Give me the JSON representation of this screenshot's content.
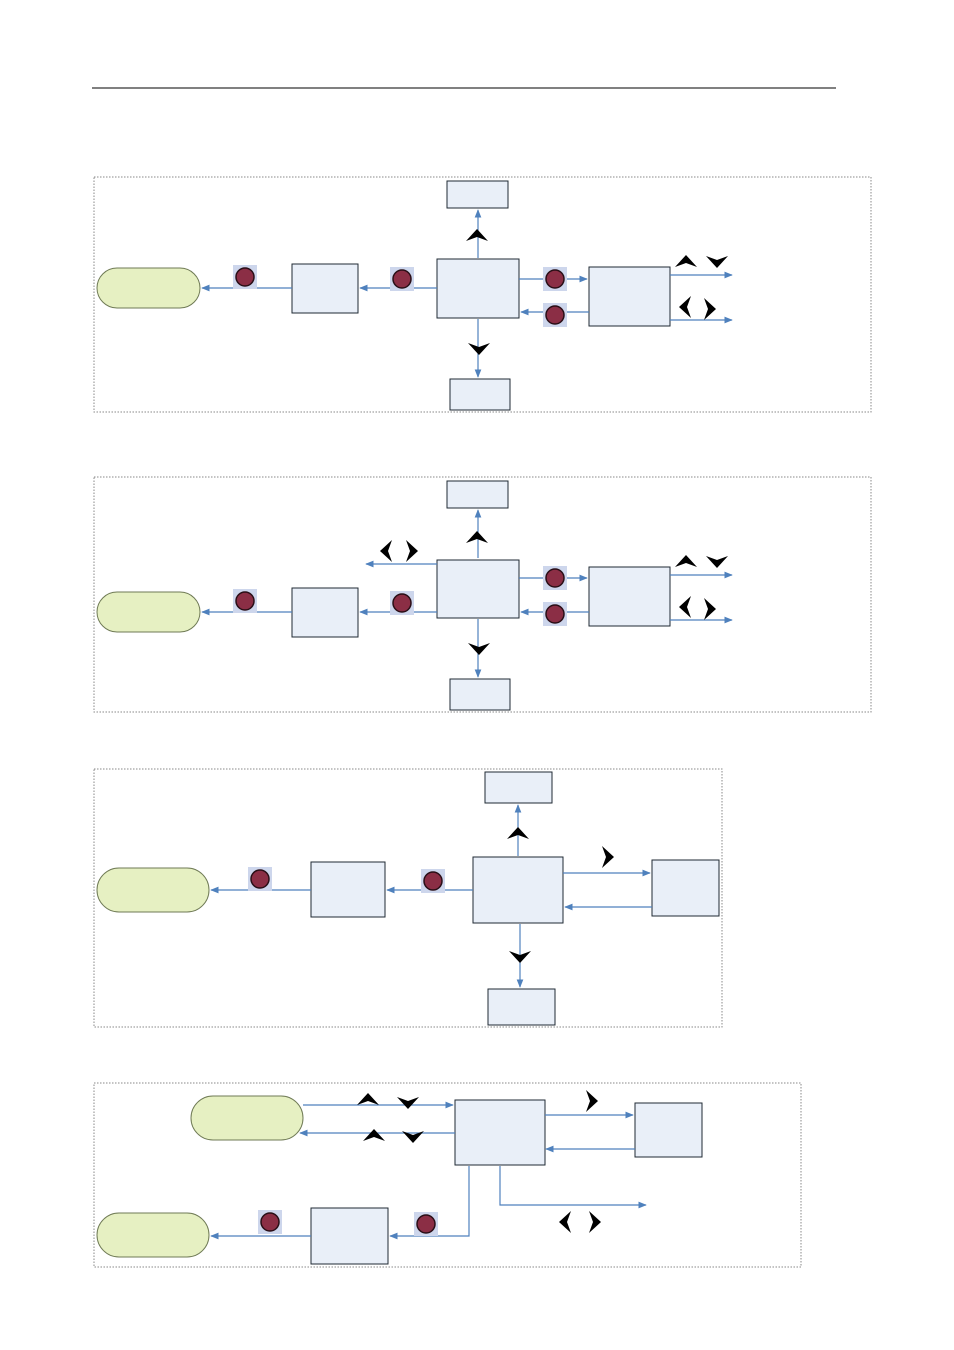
{
  "colors": {
    "box_fill": "#e9eff8",
    "box_stroke": "#1f2a33",
    "oval_fill": "#e6f0c2",
    "oval_stroke": "#6f7a55",
    "arrow": "#4f81bd",
    "led_fill": "#8b2e45",
    "led_stroke": "#2a0f17",
    "led_halo": "#cdd6ec",
    "frame": "#888888",
    "header_rule": "#000000",
    "icon": "#000000"
  },
  "icons": {
    "up": "black-chevron-up-icon",
    "down": "black-chevron-down-icon",
    "left": "black-chevron-left-icon",
    "right": "black-chevron-right-icon",
    "led": "red-indicator-led-icon"
  },
  "diagrams": [
    {
      "id": "diagram-1",
      "boxes": 5,
      "ovals": 1,
      "leds": 4
    },
    {
      "id": "diagram-2",
      "boxes": 5,
      "ovals": 1,
      "leds": 4
    },
    {
      "id": "diagram-3",
      "boxes": 5,
      "ovals": 1,
      "leds": 2
    },
    {
      "id": "diagram-4",
      "boxes": 3,
      "ovals": 2,
      "leds": 2
    }
  ]
}
